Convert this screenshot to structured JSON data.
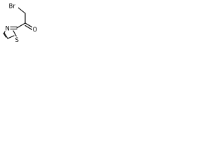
{
  "atoms": {
    "ring_sulfur": "S",
    "ring_nitrogen": "N",
    "carbonyl_oxygen": "O",
    "bromine": "Br"
  }
}
